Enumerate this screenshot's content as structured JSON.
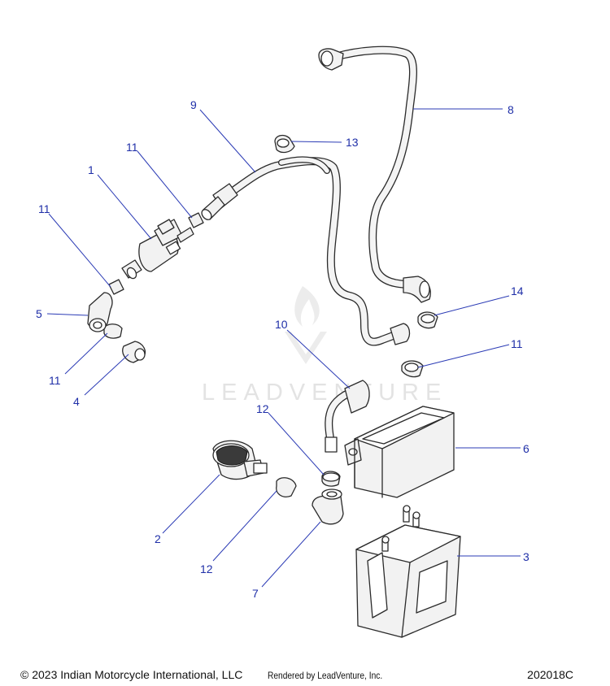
{
  "watermark": {
    "text": "LEADVENTURE"
  },
  "callouts": [
    {
      "id": "1",
      "label": "1"
    },
    {
      "id": "2",
      "label": "2"
    },
    {
      "id": "3",
      "label": "3"
    },
    {
      "id": "4",
      "label": "4"
    },
    {
      "id": "5",
      "label": "5"
    },
    {
      "id": "6",
      "label": "6"
    },
    {
      "id": "7",
      "label": "7"
    },
    {
      "id": "8",
      "label": "8"
    },
    {
      "id": "9",
      "label": "9"
    },
    {
      "id": "10",
      "label": "10"
    },
    {
      "id": "11a",
      "label": "11"
    },
    {
      "id": "11b",
      "label": "11"
    },
    {
      "id": "11c",
      "label": "11"
    },
    {
      "id": "11d",
      "label": "11"
    },
    {
      "id": "12a",
      "label": "12"
    },
    {
      "id": "12b",
      "label": "12"
    },
    {
      "id": "13",
      "label": "13"
    },
    {
      "id": "14",
      "label": "14"
    }
  ],
  "footer": {
    "copyright": "© 2023 Indian Motorcycle International, LLC",
    "rendered_by": "Rendered by LeadVenture, Inc.",
    "diagram_code": "202018C"
  },
  "colors": {
    "callout": "#1f2fa8",
    "line_art": "#2a2a2a",
    "watermark": "#e3e3e3"
  }
}
